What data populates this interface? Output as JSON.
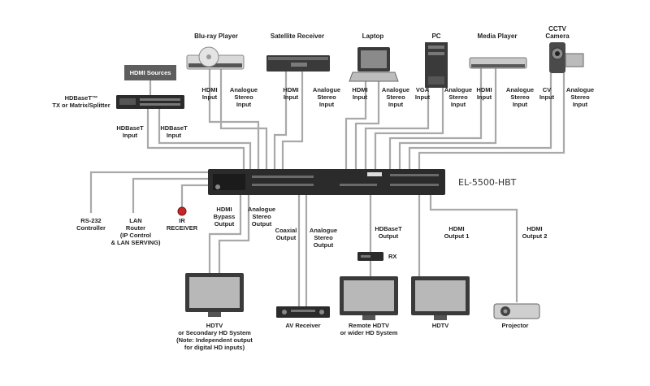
{
  "diagram": {
    "model": "EL-5500-HBT",
    "sources": {
      "bluray": "Blu-ray Player",
      "satellite": "Satellite Receiver",
      "laptop": "Laptop",
      "pc": "PC",
      "media_player": "Media Player",
      "cctv": [
        "CCTV",
        "Camera"
      ],
      "hdmi_sources": "HDMI Sources",
      "hdbaset_tx": [
        "HDBaseT™",
        "TX or Matrix/Splitter"
      ]
    },
    "inputs": {
      "hdmi_input": [
        "HDMI",
        "Input"
      ],
      "analogue_stereo_input": [
        "Analogue",
        "Stereo",
        "Input"
      ],
      "vga_input": [
        "VGA",
        "Input"
      ],
      "cv_input": [
        "CV",
        "Input"
      ],
      "hdbaset_input": [
        "HDBaseT",
        "Input"
      ]
    },
    "controls": {
      "rs232": [
        "RS-232",
        "Controller"
      ],
      "lan": [
        "LAN",
        "Router",
        "(IP Control",
        "& LAN SERVING)"
      ],
      "ir": [
        "IR",
        "RECEIVER"
      ]
    },
    "outputs": {
      "hdmi_bypass": [
        "HDMI",
        "Bypass",
        "Output"
      ],
      "analogue_stereo_output": [
        "Analogue",
        "Stereo",
        "Output"
      ],
      "coaxial": [
        "Coaxial",
        "Output"
      ],
      "analogue_stereo_output_2": [
        "Analogue",
        "Stereo",
        "Output"
      ],
      "hdbaset_output": [
        "HDBaseT",
        "Output"
      ],
      "hdmi_output_1": [
        "HDMI",
        "Output 1"
      ],
      "hdmi_output_2": [
        "HDMI",
        "Output 2"
      ],
      "rx": "RX"
    },
    "destinations": {
      "hdtv_secondary": [
        "HDTV",
        "or Secondary HD System",
        "(Note: Independent output",
        "for digital HD inputs)"
      ],
      "av_receiver": "AV Receiver",
      "remote_hdtv": [
        "Remote HDTV",
        "or wider HD System"
      ],
      "hdtv": "HDTV",
      "projector": "Projector"
    },
    "colors": {
      "cable": "#a9a9a9",
      "device": "#2b2b2b",
      "hdmi_sources_box": "#5e5e5e",
      "ir_led": "#c62828"
    }
  }
}
